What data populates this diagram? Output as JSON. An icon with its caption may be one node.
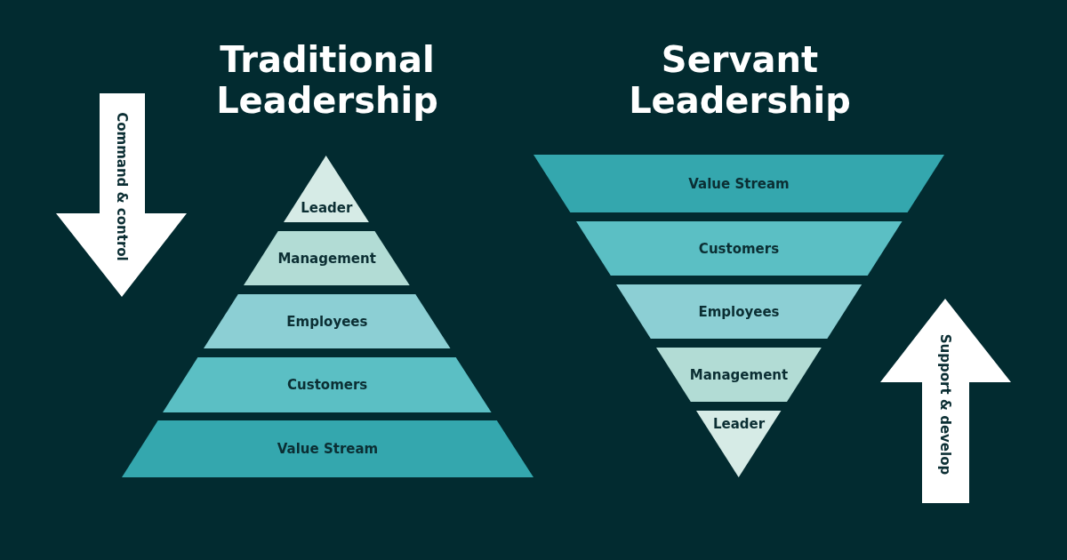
{
  "diagram": {
    "nodes": [
      {
        "text": [
          "Command & control"
        ]
      },
      {
        "text": [
          "Leader"
        ]
      },
      {
        "text": [
          "Management"
        ]
      },
      {
        "text": [
          "Employees"
        ]
      },
      {
        "text": [
          "Customers"
        ]
      },
      {
        "text": [
          "Value Stream"
        ]
      },
      {
        "text": [
          "Value Stream"
        ]
      },
      {
        "text": [
          "Customers"
        ]
      },
      {
        "text": [
          "Employees"
        ]
      },
      {
        "text": [
          "Management"
        ]
      },
      {
        "text": [
          "Leader"
        ]
      },
      {
        "text": [
          "Support & develop"
        ]
      }
    ],
    "edges": [],
    "labels": [
      "Traditional Leadership",
      "Servant Leadership"
    ]
  }
}
